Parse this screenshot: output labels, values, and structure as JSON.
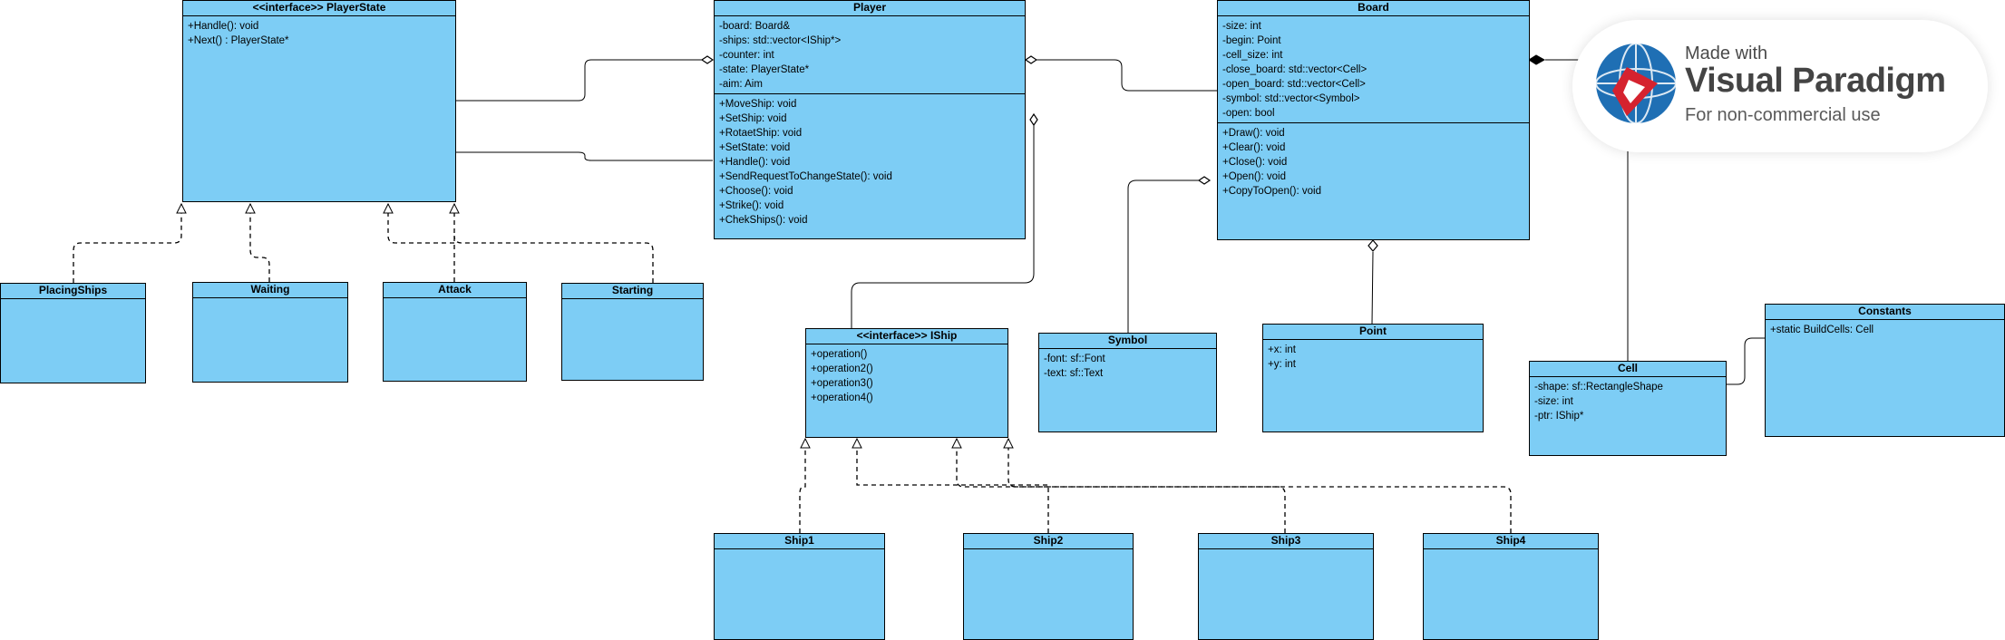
{
  "classes": {
    "player_state": {
      "title": "<<interface>>  PlayerState",
      "members": [
        "+Handle(): void",
        "+Next() : PlayerState*"
      ]
    },
    "player": {
      "title": "Player",
      "attributes": [
        "-board: Board&",
        "-ships: std::vector<IShip*>",
        "-counter: int",
        "-state: PlayerState*",
        "-aim: Aim"
      ],
      "operations": [
        "+MoveShip: void",
        "+SetShip: void",
        "+RotaetShip: void",
        "+SetState: void",
        "+Handle(): void",
        "+SendRequestToChangeState(): void",
        "+Choose(): void",
        "+Strike(): void",
        "+ChekShips(): void"
      ]
    },
    "board": {
      "title": "Board",
      "attributes": [
        "-size: int",
        "-begin: Point",
        "-cell_size: int",
        "-close_board: std::vector<Cell>",
        "-open_board: std::vector<Cell>",
        "-symbol: std::vector<Symbol>",
        "-open: bool"
      ],
      "operations": [
        "+Draw(): void",
        "+Clear(): void",
        "+Close(): void",
        "+Open(): void",
        "+CopyToOpen(): void"
      ]
    },
    "placing_ships": {
      "title": "PlacingShips"
    },
    "waiting": {
      "title": "Waiting"
    },
    "attack": {
      "title": "Attack"
    },
    "starting": {
      "title": "Starting"
    },
    "iship": {
      "title": "<<interface>> IShip",
      "members": [
        "+operation()",
        "+operation2()",
        "+operation3()",
        "+operation4()"
      ]
    },
    "symbol": {
      "title": "Symbol",
      "members": [
        "-font: sf::Font",
        "-text: sf::Text"
      ]
    },
    "point": {
      "title": "Point",
      "members": [
        "+x: int",
        "+y: int"
      ]
    },
    "cell": {
      "title": "Cell",
      "members": [
        "-shape: sf::RectangleShape",
        "-size: int",
        "-ptr: IShip*"
      ]
    },
    "constants": {
      "title": "Constants",
      "members": [
        "+static BuildCells: Cell"
      ]
    },
    "ship1": {
      "title": "Ship1"
    },
    "ship2": {
      "title": "Ship2"
    },
    "ship3": {
      "title": "Ship3"
    },
    "ship4": {
      "title": "Ship4"
    }
  },
  "watermark": {
    "line1": "Made with",
    "brand": "Visual Paradigm",
    "line3": "For non-commercial use"
  },
  "colors": {
    "class_fill": "#7dcdf5",
    "line": "#000000",
    "watermark_red": "#d5232f",
    "watermark_blue": "#1f6fb4"
  }
}
